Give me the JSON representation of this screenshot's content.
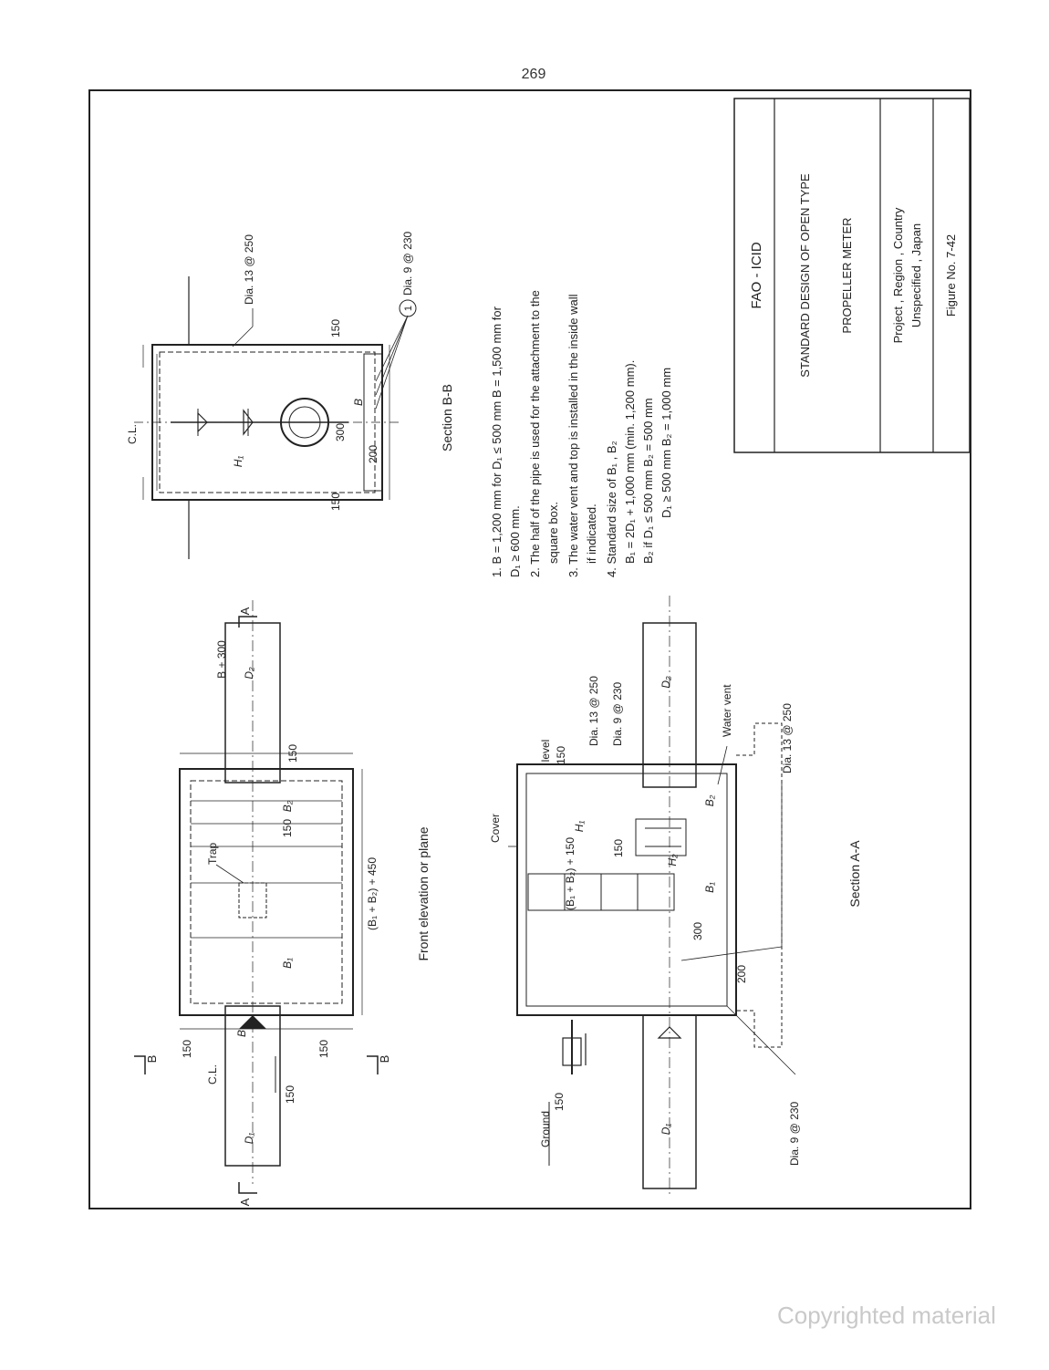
{
  "page_number": "269",
  "title_block": {
    "org": "FAO - ICID",
    "title_line1": "STANDARD DESIGN OF OPEN TYPE",
    "title_line2": "PROPELLER METER",
    "project_line1": "Project , Region , Country",
    "project_line2": "Unspecified , Japan",
    "figure": "Figure No. 7-42"
  },
  "notes": [
    "1. B = 1,200 mm for D₁ ≤ 500 mm  B = 1,500 mm for",
    "D₁ ≥ 600 mm.",
    "2. The half of the pipe is used for the attachment to the",
    "square box.",
    "3. The water vent and top is installed in the inside wall",
    "if indicated.",
    "4. Standard size of B₁ , B₂",
    "B₁ = 2D₁ + 1,000 mm (min. 1,200 mm).",
    "B₂ if  D₁ ≤ 500 mm    B₂ = 500 mm",
    "D₁ ≥ 500 mm    B₂ = 1,000 mm"
  ],
  "front_view": {
    "caption": "Front elevation or plane",
    "label_trap": "Trap",
    "dim_b300": "B + 300",
    "dim_sum": "(B₁ + B₂) + 450",
    "dim_150": "150",
    "label_b": "B",
    "label_b1": "B₁",
    "label_b2": "B₂",
    "label_d1": "D₁",
    "label_d2": "D₂",
    "label_cl": "C.L.",
    "mark_a": "A",
    "mark_b": "B"
  },
  "section_bb": {
    "caption": "Section B-B",
    "label_cl": "C.L.",
    "label_dia13": "Dia. 13  @  250",
    "label_dia9": "Dia.  9  @  230",
    "circle_mark": "1",
    "dim_150": "150",
    "dim_300": "300",
    "dim_200": "200",
    "label_h1": "H₁",
    "label_b": "B"
  },
  "section_aa": {
    "caption": "Section  A-A",
    "label_ground": "Ground",
    "label_level": "level",
    "label_cover": "Cover",
    "label_dia13_250": "Dia. 13  @   250",
    "label_dia9_230": "Dia.  9  @   230",
    "label_water_vent": "Water vent",
    "label_dia9_bottom": "Dia.  9  @   230",
    "label_dia13_right": "Dia. 13  @   250",
    "dim_150": "150",
    "dim_300": "300",
    "dim_200": "200",
    "dim_sum150": "(B₁ + B₂) + 150",
    "label_h1": "H₁",
    "label_h2": "H₂",
    "label_b1": "B₁",
    "label_b2": "B₂",
    "label_d1": "D₁",
    "label_d2": "D₂"
  },
  "copyright": "Copyrighted material"
}
